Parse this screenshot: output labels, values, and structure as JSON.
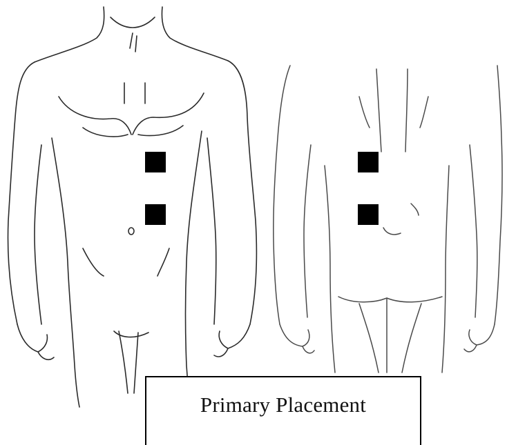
{
  "caption": {
    "label": "Primary Placement"
  },
  "figures": [
    {
      "view": "front",
      "electrodes": 2
    },
    {
      "view": "back",
      "electrodes": 2
    }
  ],
  "colors": {
    "line": "#2a2a2a",
    "electrode": "#000000",
    "background": "#ffffff"
  }
}
